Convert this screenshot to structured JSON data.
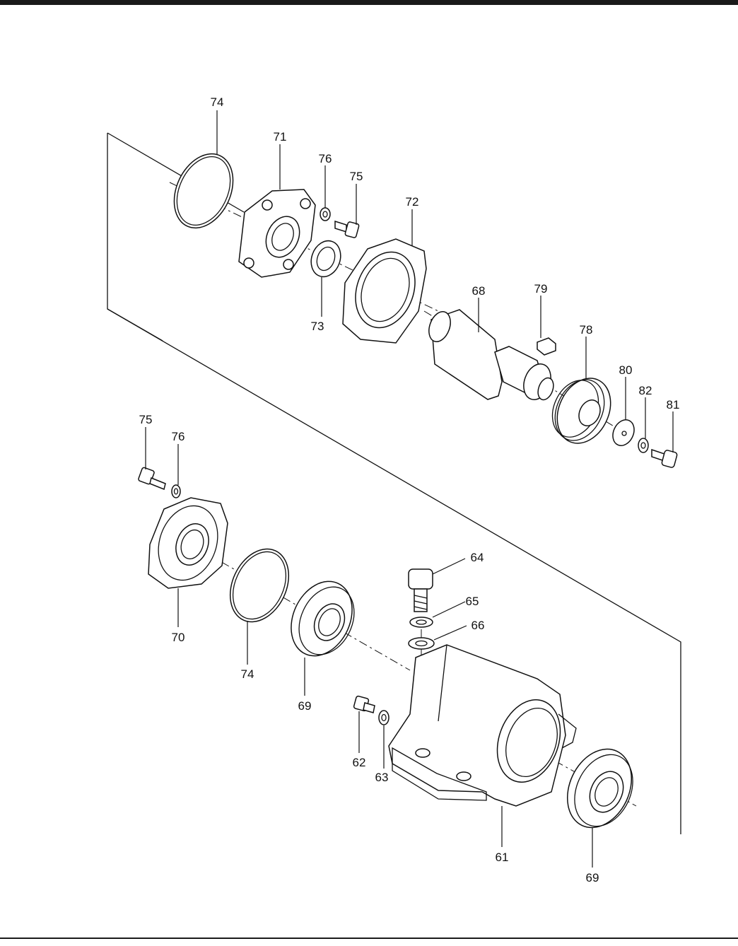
{
  "callouts": {
    "c74a": "74",
    "c71": "71",
    "c76a": "76",
    "c75a": "75",
    "c72": "72",
    "c73": "73",
    "c68": "68",
    "c79": "79",
    "c78": "78",
    "c80": "80",
    "c82": "82",
    "c81": "81",
    "c75b": "75",
    "c76b": "76",
    "c70": "70",
    "c74b": "74",
    "c69a": "69",
    "c64": "64",
    "c65": "65",
    "c66": "66",
    "c62": "62",
    "c63": "63",
    "c61": "61",
    "c69b": "69"
  },
  "parts": [
    {
      "ref": "61",
      "name": "gear-case-housing-icon"
    },
    {
      "ref": "62",
      "name": "drain-plug-icon"
    },
    {
      "ref": "63",
      "name": "drain-washer-icon"
    },
    {
      "ref": "64",
      "name": "filler-plug-icon"
    },
    {
      "ref": "65",
      "name": "lock-washer-icon"
    },
    {
      "ref": "66",
      "name": "flat-washer-icon"
    },
    {
      "ref": "68",
      "name": "crank-shaft-icon"
    },
    {
      "ref": "69",
      "name": "ball-bearing-icon"
    },
    {
      "ref": "70",
      "name": "bearing-cover-icon"
    },
    {
      "ref": "71",
      "name": "flange-cover-icon"
    },
    {
      "ref": "72",
      "name": "bearing-housing-icon"
    },
    {
      "ref": "73",
      "name": "oil-seal-icon"
    },
    {
      "ref": "74",
      "name": "o-ring-icon"
    },
    {
      "ref": "75",
      "name": "bolt-icon"
    },
    {
      "ref": "76",
      "name": "washer-icon"
    },
    {
      "ref": "78",
      "name": "pulley-icon"
    },
    {
      "ref": "79",
      "name": "key-icon"
    },
    {
      "ref": "80",
      "name": "pulley-washer-icon"
    },
    {
      "ref": "81",
      "name": "pulley-bolt-icon"
    },
    {
      "ref": "82",
      "name": "spring-washer-icon"
    }
  ]
}
